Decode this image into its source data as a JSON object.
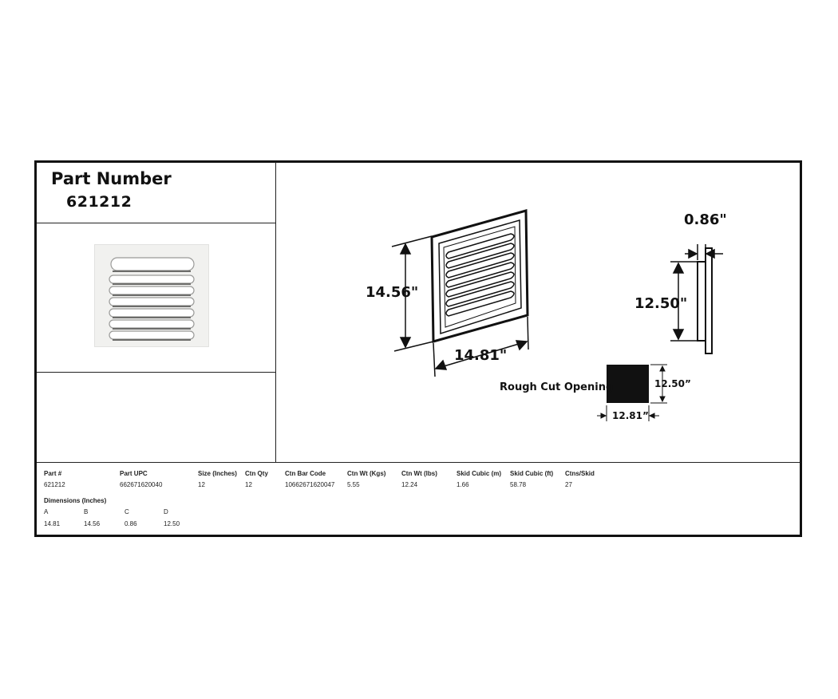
{
  "header": {
    "title": "Part Number",
    "part_number": "621212"
  },
  "drawing": {
    "front_height": "14.56\"",
    "front_width": "14.81\"",
    "side_depth": "0.86\"",
    "side_height": "12.50\"",
    "rough_cut": {
      "label": "Rough Cut Opening",
      "height": "12.50”",
      "width": "12.81”"
    }
  },
  "specs": {
    "headers": [
      "Part #",
      "Part UPC",
      "Size (Inches)",
      "Ctn Qty",
      "Ctn Bar Code",
      "Ctn Wt (Kgs)",
      "Ctn Wt (lbs)",
      "Skid Cubic (m)",
      "Skid Cubic (ft)",
      "Ctns/Skid"
    ],
    "values": [
      "621212",
      "662671620040",
      "12",
      "12",
      "10662671620047",
      "5.55",
      "12.24",
      "1.66",
      "58.78",
      "27"
    ]
  },
  "dimensions": {
    "title": "Dimensions (Inches)",
    "headers": [
      "A",
      "B",
      "C",
      "D"
    ],
    "values": [
      "14.81",
      "14.56",
      "0.86",
      "12.50"
    ]
  },
  "colors": {
    "ink": "#111111",
    "photo_bg": "#f1f1ef",
    "louver": "#ffffff"
  }
}
